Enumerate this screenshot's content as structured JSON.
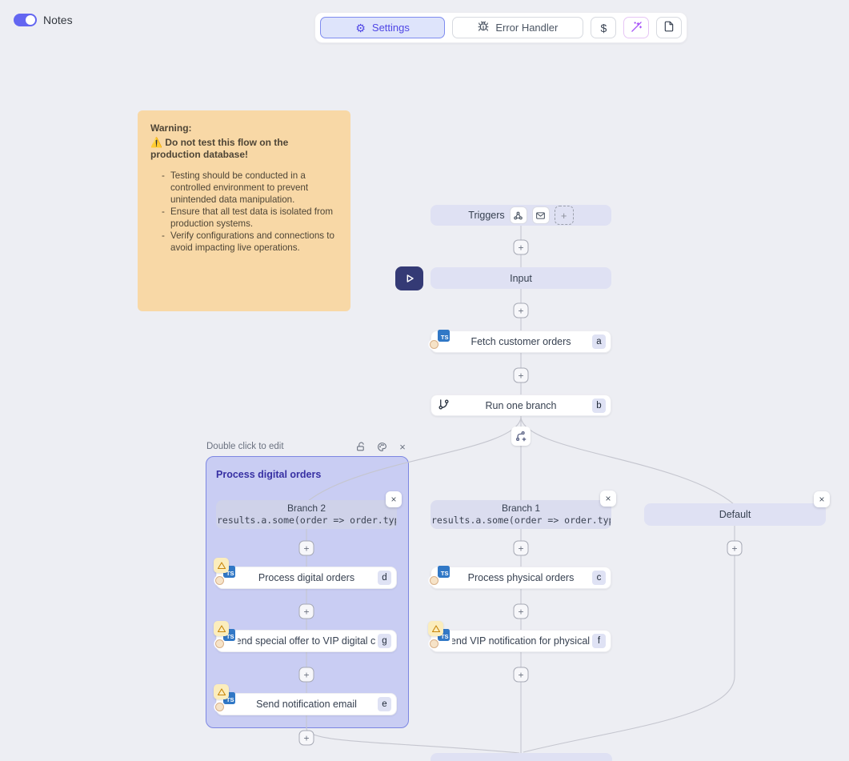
{
  "header": {
    "notes_label": "Notes"
  },
  "toolbar": {
    "settings_label": "Settings",
    "error_handler_label": "Error Handler",
    "dollar_label": "$"
  },
  "icons": {
    "gear": "⚙",
    "plus": "+",
    "close": "×"
  },
  "note": {
    "title": "Warning:",
    "alert": "⚠️ Do not test this flow on the production database!",
    "bullets": [
      "Testing should be conducted in a controlled environment to prevent unintended data manipulation.",
      "Ensure that all test data is isolated from production systems.",
      "Verify configurations and connections to avoid impacting live operations."
    ]
  },
  "flow": {
    "triggers": {
      "label": "Triggers"
    },
    "input": {
      "label": "Input"
    },
    "fetch": {
      "label": "Fetch customer orders",
      "badge": "a",
      "lang": "TS"
    },
    "run_one_branch": {
      "label": "Run one branch",
      "badge": "b"
    },
    "group": {
      "hint": "Double click to edit",
      "title": "Process digital orders"
    },
    "branch2": {
      "title": "Branch 2",
      "code": "results.a.some(order => order.type"
    },
    "branch1": {
      "title": "Branch 1",
      "code": "results.a.some(order => order.type"
    },
    "default_branch": {
      "label": "Default"
    },
    "process_digital": {
      "label": "Process digital orders",
      "badge": "d",
      "lang": "TS"
    },
    "send_special": {
      "label": "Send special offer to VIP digital c...",
      "badge": "g",
      "lang": "TS"
    },
    "send_email": {
      "label": "Send notification email",
      "badge": "e",
      "lang": "TS"
    },
    "process_physical": {
      "label": "Process physical orders",
      "badge": "c",
      "lang": "TS"
    },
    "send_vip": {
      "label": "Send VIP notification for physical...",
      "badge": "f",
      "lang": "TS"
    }
  },
  "colors": {
    "accent": "#4F46E5",
    "node_lavender": "#DFE1F3",
    "group_border": "#7C86E2",
    "note_bg": "#F8D8A6",
    "warning_yellow": "#FBEDBD",
    "ts_blue": "#3178C6"
  }
}
